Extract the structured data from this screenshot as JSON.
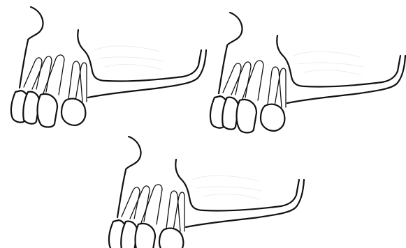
{
  "figure": {
    "panel_count": 3,
    "panels": [
      {
        "subject": "maxillary-arch-lateral-view"
      },
      {
        "subject": "maxillary-arch-lateral-view"
      },
      {
        "subject": "maxillary-arch-lateral-view"
      }
    ],
    "colors": {
      "background": "#ffffff",
      "line": "#111111",
      "faint_sketch": "#ededed"
    }
  }
}
